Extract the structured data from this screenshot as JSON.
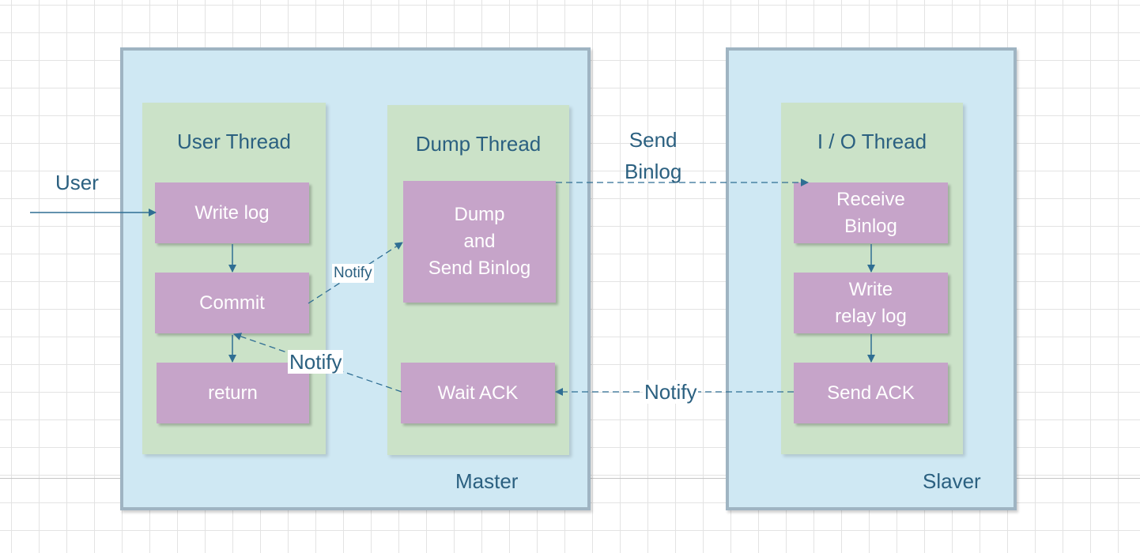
{
  "master": {
    "title": "Master",
    "user_thread": {
      "title": "User Thread",
      "write_log": "Write log",
      "commit": "Commit",
      "return": "return"
    },
    "dump_thread": {
      "title": "Dump Thread",
      "dump_send": "Dump\nand\nSend  Binlog",
      "wait_ack": "Wait ACK"
    }
  },
  "slaver": {
    "title": "Slaver",
    "io_thread": {
      "title": "I / O Thread",
      "receive": "Receive\nBinlog",
      "write_relay": "Write\nrelay log",
      "send_ack": "Send ACK"
    }
  },
  "labels": {
    "user": "User",
    "notify_commit_to_dump": "Notify",
    "notify_wait_to_commit": "Notify",
    "notify_ack": "Notify",
    "send_binlog": "Send\nBinlog"
  },
  "colors": {
    "panel": "#cfe8f3",
    "column": "#cbe2c8",
    "box": "#c6a4c9",
    "text": "#2b6080",
    "arrow": "#2f6e93"
  }
}
